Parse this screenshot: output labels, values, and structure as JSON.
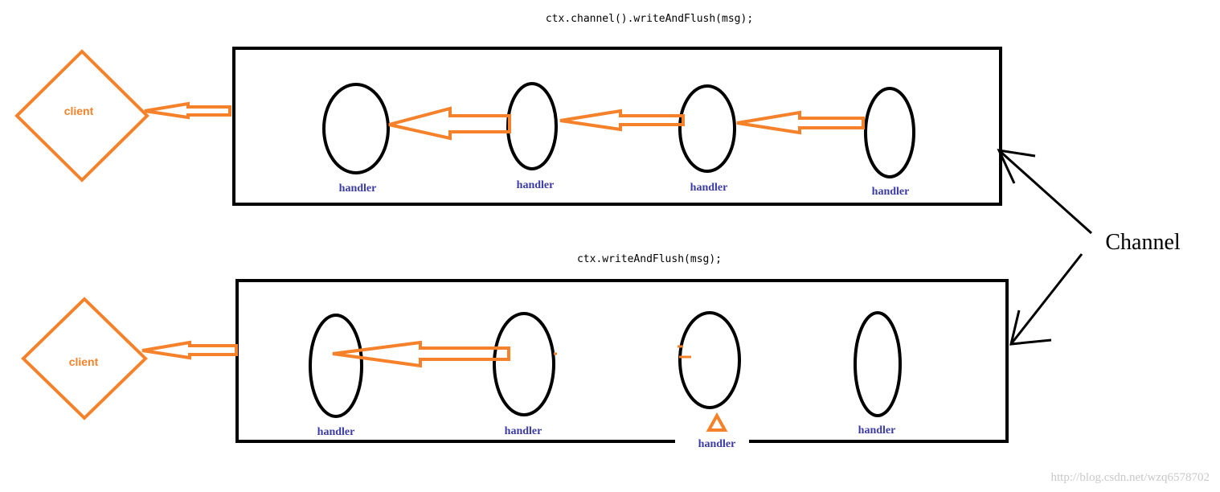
{
  "top_section": {
    "call": "ctx.channel().writeAndFlush(msg);",
    "client_label": "client",
    "handlers": [
      "handler",
      "handler",
      "handler",
      "handler"
    ]
  },
  "bottom_section": {
    "call": "ctx.writeAndFlush(msg);",
    "client_label": "client",
    "handlers": [
      "handler",
      "handler",
      "handler",
      "handler"
    ],
    "current_handler_index": 2
  },
  "channel_label": "Channel",
  "watermark": "http://blog.csdn.net/wzq6578702",
  "colors": {
    "flow_arrow": "#f5822a",
    "handler_text": "#3b3ba8",
    "outline": "#000000",
    "watermark": "#c8c8c8"
  }
}
